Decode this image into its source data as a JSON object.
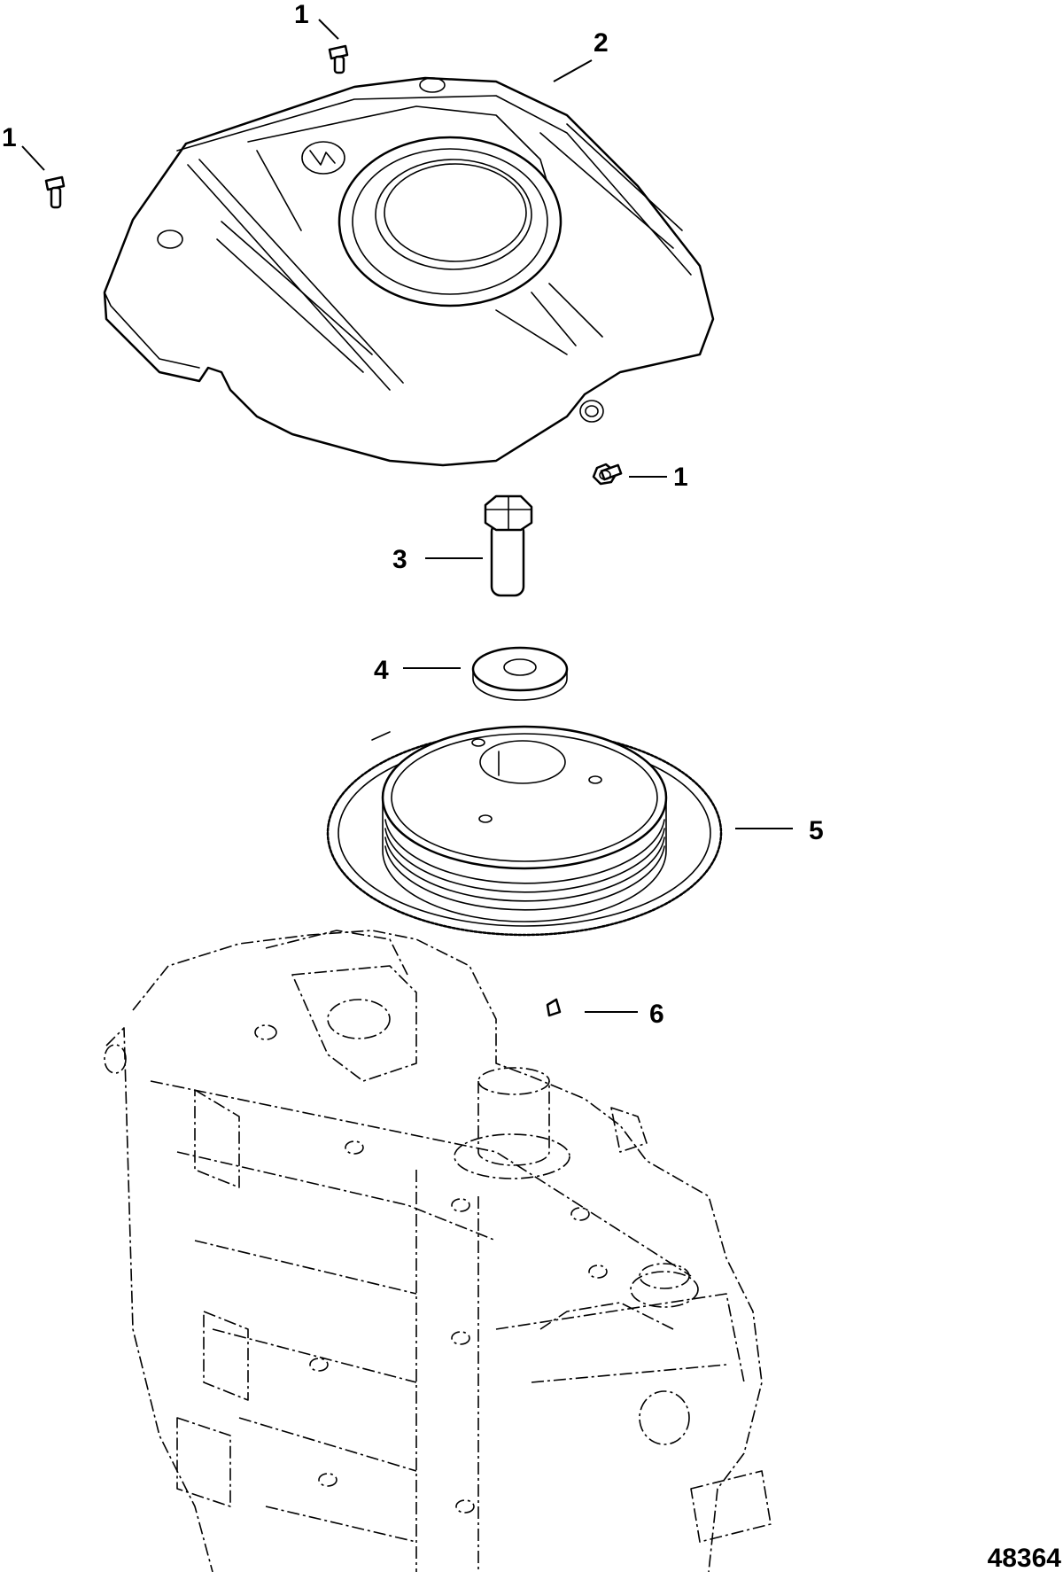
{
  "callouts": [
    {
      "label": "1"
    },
    {
      "label": "1"
    },
    {
      "label": "2"
    },
    {
      "label": "1"
    },
    {
      "label": "3"
    },
    {
      "label": "4"
    },
    {
      "label": "5"
    },
    {
      "label": "6"
    }
  ],
  "figure_number": "48364"
}
